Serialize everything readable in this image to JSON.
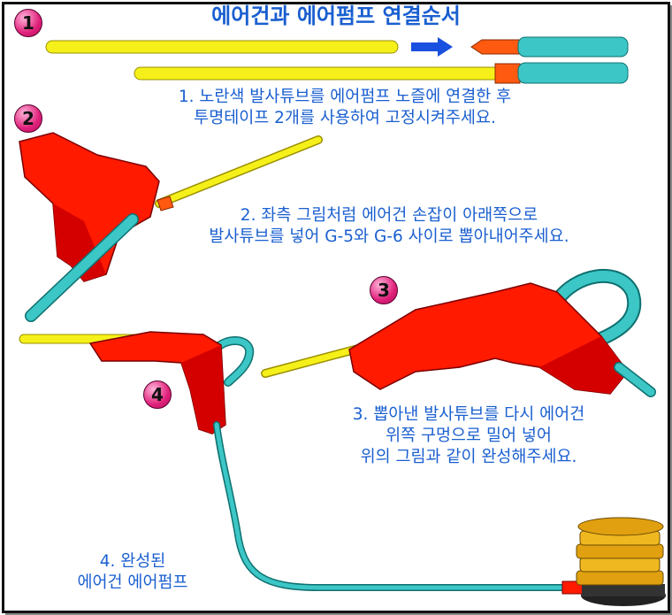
{
  "title": "에어건과 에어펌프 연결순서",
  "badges": {
    "b1": "1",
    "b2": "2",
    "b3": "3",
    "b4": "4"
  },
  "steps": {
    "s1": [
      "1. 노란색 발사튜브를 에어펌프 노즐에 연결한 후",
      "투명테이프 2개를 사용하여 고정시켜주세요."
    ],
    "s2": [
      "2. 좌측 그림처럼 에어건 손잡이 아래쪽으로",
      "발사튜브를 넣어 G-5와 G-6 사이로 뽑아내어주세요."
    ],
    "s3": [
      "3. 뽑아낸 발사튜브를 다시 에어건",
      "위쪽 구멍으로 밀어 넣어",
      "위의 그림과 같이 완성해주세요."
    ],
    "s4": [
      "4. 완성된",
      "에어건 에어펌프"
    ]
  },
  "colors": {
    "text": "#1a5fd0",
    "tube_yellow": "#f6f01a",
    "tube_cyan": "#3cc6c6",
    "gun_red": "#ff1a00",
    "nozzle_orange": "#ff5a10",
    "pump_gold": "#e0a010",
    "badge_pink": "#e0207a",
    "arrow_blue": "#1a50e0"
  }
}
